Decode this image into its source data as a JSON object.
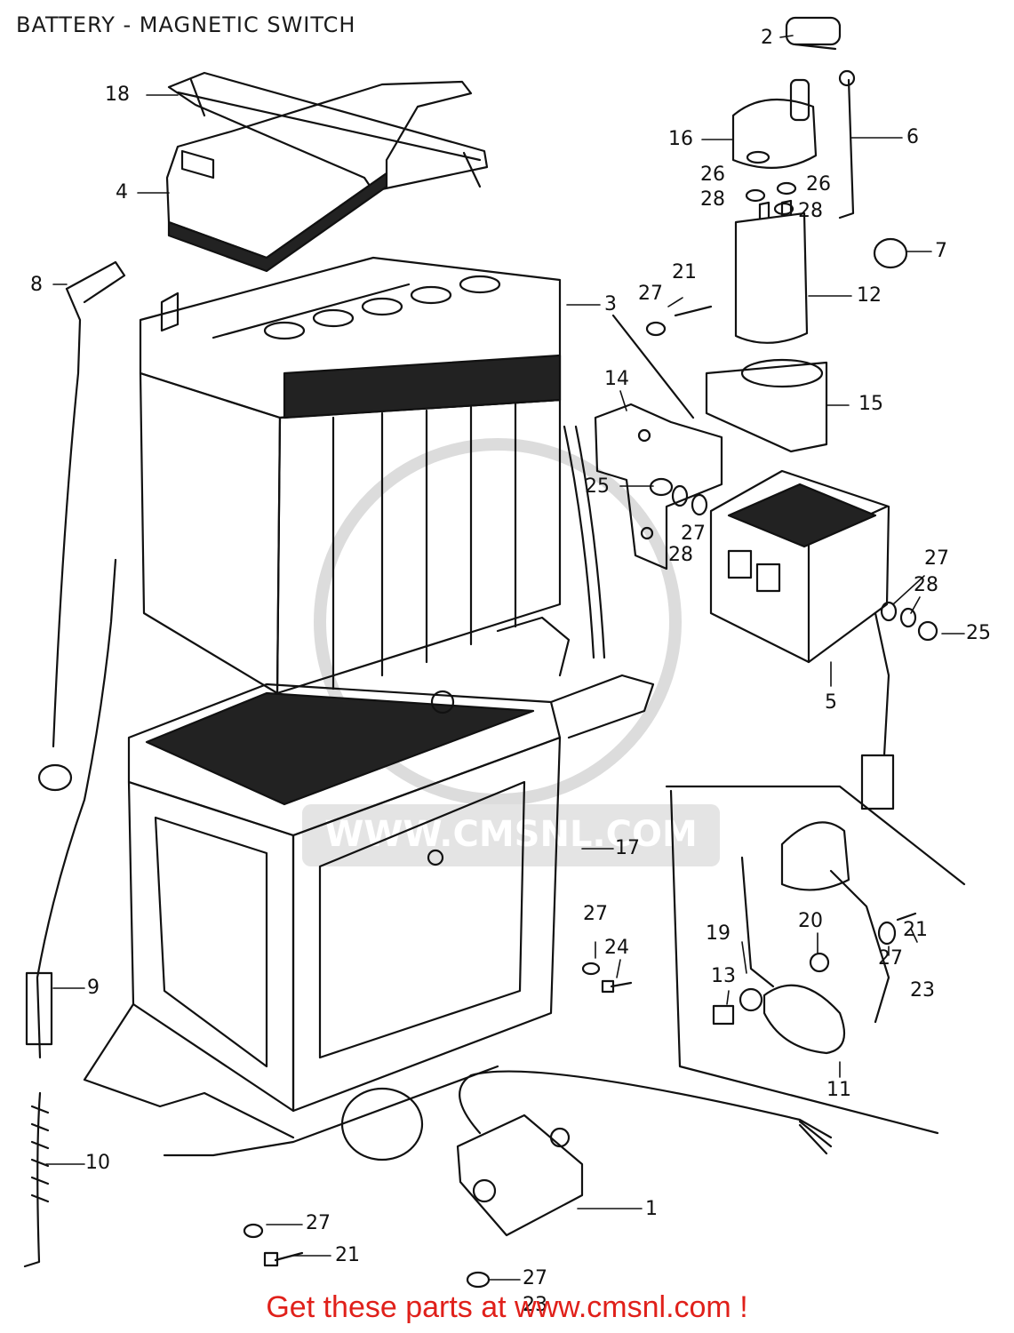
{
  "title": "BATTERY - MAGNETIC SWITCH",
  "footer": "Get these parts at www.cmsnl.com !",
  "watermark": "WWW.CMSNL.COM",
  "colors": {
    "ink": "#111111",
    "footer": "#e0201a",
    "watermark": "#d8d8d8"
  },
  "callouts": {
    "c1": "1",
    "c2": "2",
    "c3": "3",
    "c4": "4",
    "c5": "5",
    "c6": "6",
    "c7": "7",
    "c8": "8",
    "c9": "9",
    "c10": "10",
    "c11": "11",
    "c12": "12",
    "c13": "13",
    "c14": "14",
    "c15": "15",
    "c16": "16",
    "c17": "17",
    "c18": "18",
    "c19": "19",
    "c20": "20",
    "c21a": "21",
    "c21b": "21",
    "c21c": "21",
    "c23a": "23",
    "c23b": "23",
    "c24": "24",
    "c25a": "25",
    "c25b": "25",
    "c26a": "26",
    "c26b": "26",
    "c27a": "27",
    "c27b": "27",
    "c27c": "27",
    "c27d": "27",
    "c27e": "27",
    "c27f": "27",
    "c27g": "27",
    "c28a": "28",
    "c28b": "28",
    "c28c": "28",
    "c28d": "28"
  }
}
